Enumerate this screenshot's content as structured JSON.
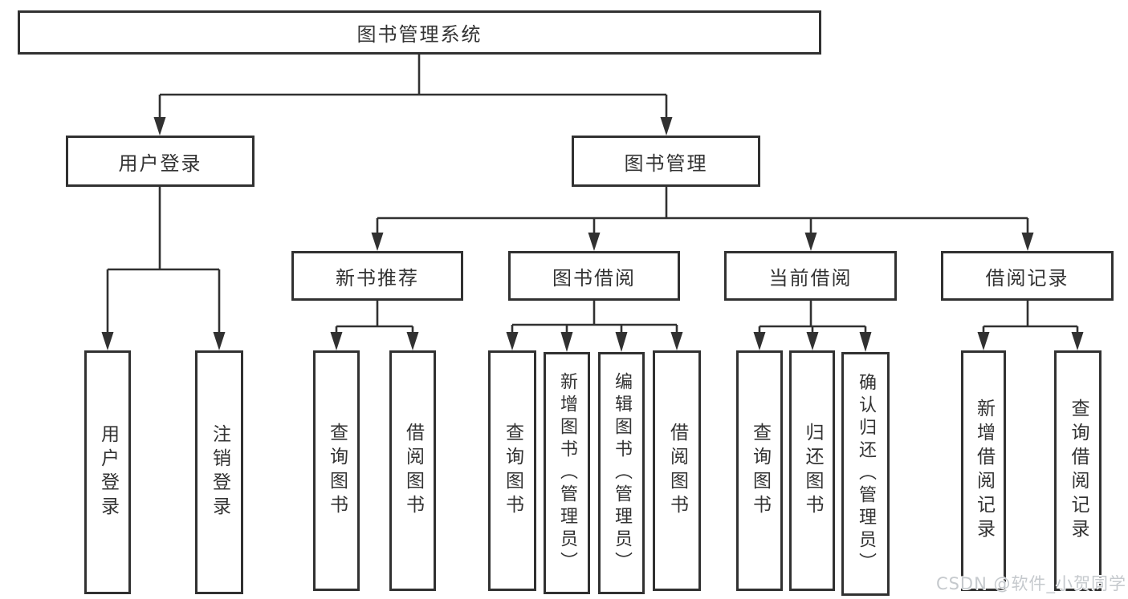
{
  "tree": {
    "label": "图书管理系统",
    "children": [
      {
        "label": "用户登录",
        "children": [
          {
            "label": "用户登录"
          },
          {
            "label": "注销登录"
          }
        ]
      },
      {
        "label": "图书管理",
        "children": [
          {
            "label": "新书推荐",
            "children": [
              {
                "label": "查询图书"
              },
              {
                "label": "借阅图书"
              }
            ]
          },
          {
            "label": "图书借阅",
            "children": [
              {
                "label": "查询图书"
              },
              {
                "label": "新增图书（管理员）"
              },
              {
                "label": "编辑图书（管理员）"
              },
              {
                "label": "借阅图书"
              }
            ]
          },
          {
            "label": "当前借阅",
            "children": [
              {
                "label": "查询图书"
              },
              {
                "label": "归还图书"
              },
              {
                "label": "确认归还（管理员）"
              }
            ]
          },
          {
            "label": "借阅记录",
            "children": [
              {
                "label": "新增借阅记录"
              },
              {
                "label": "查询借阅记录"
              }
            ]
          }
        ]
      }
    ]
  },
  "watermark": {
    "text": "CSDN @软件_小贺同学"
  },
  "colors": {
    "line": "#313131",
    "text": "#333333",
    "background": "#ffffff",
    "watermark": "#c5c9cd"
  }
}
